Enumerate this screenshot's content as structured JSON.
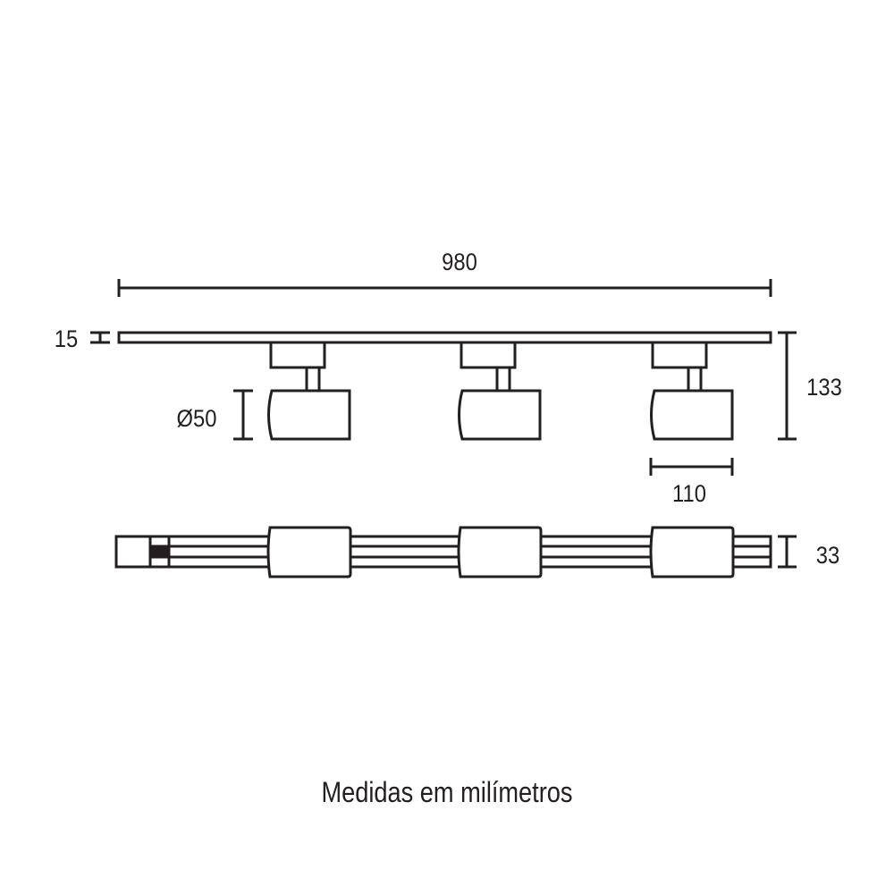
{
  "dimensions": {
    "length": "980",
    "rail_thickness": "15",
    "spot_diameter": "Ø50",
    "total_height": "133",
    "spot_length": "110",
    "depth": "33"
  },
  "caption": "Medidas em milímetros",
  "colors": {
    "stroke": "#231f20",
    "background": "#ffffff"
  }
}
